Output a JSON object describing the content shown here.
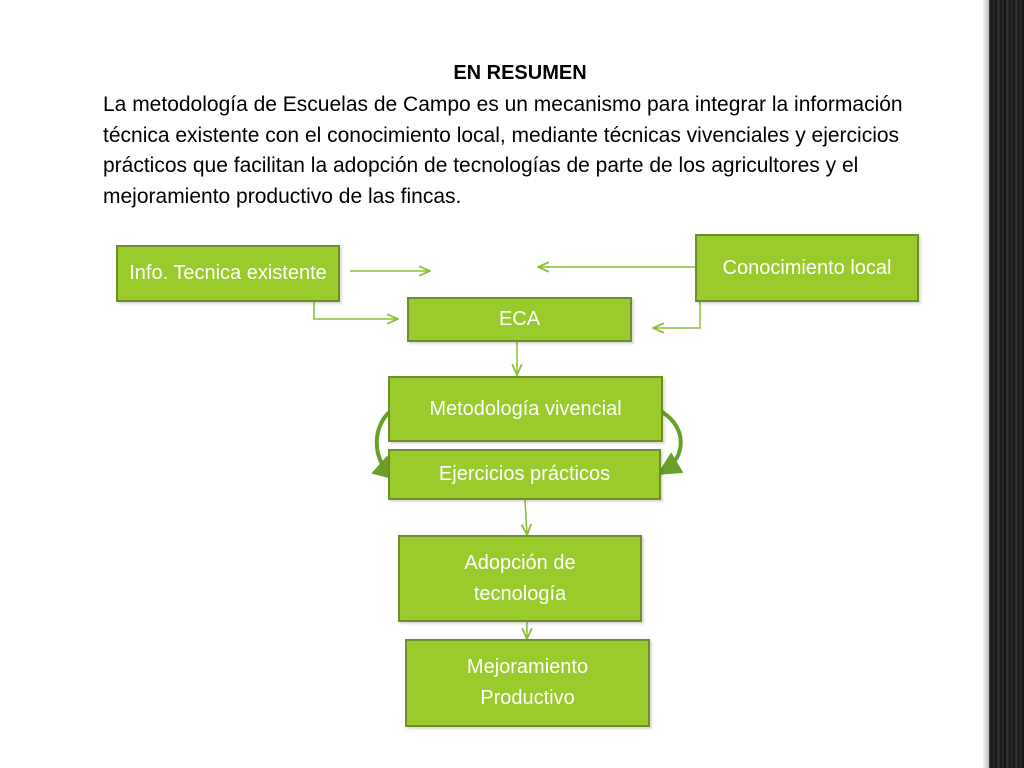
{
  "slide": {
    "title": "EN RESUMEN",
    "paragraph": "La metodología de Escuelas de Campo es un mecanismo para integrar la información técnica existente con el conocimiento local, mediante técnicas vivenciales y ejercicios prácticos que facilitan la adopción de tecnologías de parte de los agricultores y el mejoramiento productivo de las fincas."
  },
  "diagram": {
    "info_tecnica": "Info. Tecnica existente",
    "conocimiento_local": "Conocimiento local",
    "eca": "ECA",
    "metodologia": "Metodología vivencial",
    "ejercicios": "Ejercicios prácticos",
    "adopcion": "Adopción de tecnología",
    "mejoramiento": "Mejoramiento Productivo"
  },
  "colors": {
    "box_fill": "#9acb2c",
    "box_border": "#6e8f26",
    "connector": "#8cbe32",
    "curved_arrow": "#6aa02a"
  }
}
